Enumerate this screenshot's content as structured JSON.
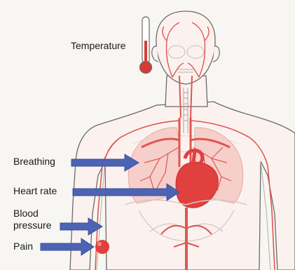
{
  "labels": {
    "temperature": "Temperature",
    "breathing": "Breathing",
    "heart_rate": "Heart rate",
    "blood_pressure_line1": "Blood",
    "blood_pressure_line2": "pressure",
    "pain": "Pain"
  },
  "colors": {
    "background": "#f7f6f2",
    "body_fill": "#fbf2ef",
    "outline": "#6a6a6a",
    "vessel": "#e0564f",
    "lung": "#f6cfcb",
    "heart": "#e0403e",
    "arrow": "#4d63b3",
    "thermometer_bulb": "#d63b35"
  }
}
